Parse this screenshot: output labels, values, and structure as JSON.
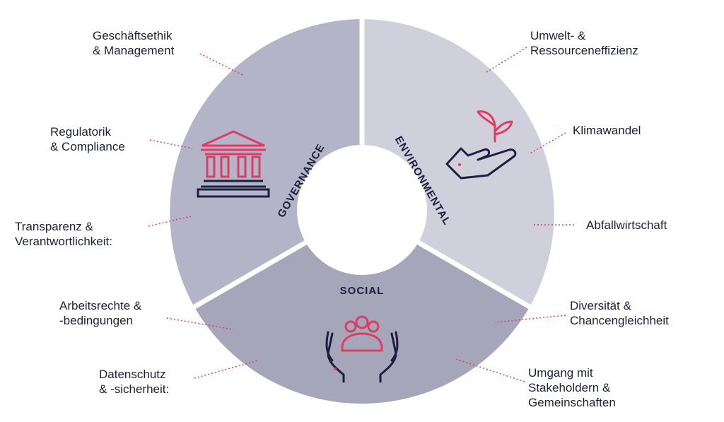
{
  "pillars": {
    "environmental": {
      "title": "ENVIRONMENTAL",
      "color": "#cfd0dc"
    },
    "social": {
      "title": "SOCIAL",
      "color": "#a5a6b9"
    },
    "governance": {
      "title": "GOVERNANCE",
      "color": "#b4b4c8"
    }
  },
  "labels": {
    "governance_1": [
      "Geschäftsethik",
      "& Management"
    ],
    "governance_2": [
      "Regulatorik",
      "& Compliance"
    ],
    "governance_3": [
      "Transparenz &",
      "Verantwortlichkeit:"
    ],
    "social_1": [
      "Arbeitsrechte &",
      "-bedingungen"
    ],
    "social_2": [
      "Datenschutz",
      "& -sicherheit:"
    ],
    "social_3": [
      "Umgang mit",
      "Stakeholdern &",
      "Gemeinschaften"
    ],
    "social_4": [
      "Diversität &",
      "Chancengleichheit"
    ],
    "environmental_1": [
      "Umwelt- &",
      "Ressourceneffizienz"
    ],
    "environmental_2": [
      "Klimawandel"
    ],
    "environmental_3": [
      "Abfallwirtschaft"
    ]
  },
  "colors": {
    "accent": "#e03c62",
    "dark": "#1c1f3d",
    "dots": "#e03c62"
  },
  "icons": {
    "governance": "building-columns-icon",
    "environmental": "hand-plant-icon",
    "social": "hands-people-icon"
  }
}
